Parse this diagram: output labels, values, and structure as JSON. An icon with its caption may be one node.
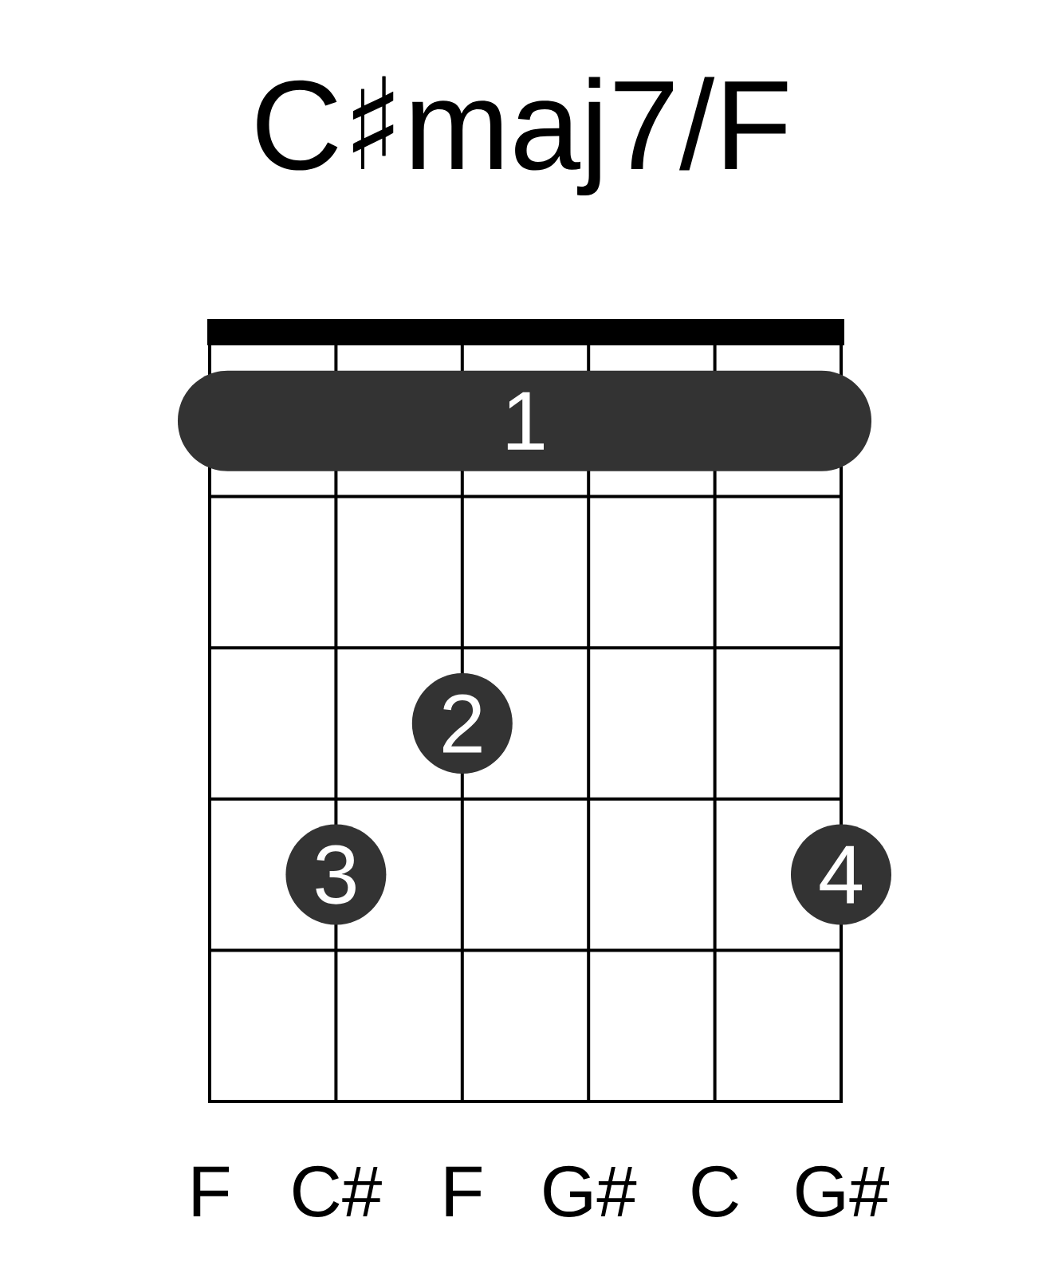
{
  "diagram": {
    "title": "C♯maj7/F",
    "nodes": [
      {
        "text": [
          "1"
        ]
      },
      {
        "text": [
          "2"
        ]
      },
      {
        "text": [
          "3"
        ]
      },
      {
        "text": [
          "4"
        ]
      }
    ],
    "labels": [
      "F",
      "C#",
      "F",
      "G#",
      "C",
      "G#"
    ]
  }
}
